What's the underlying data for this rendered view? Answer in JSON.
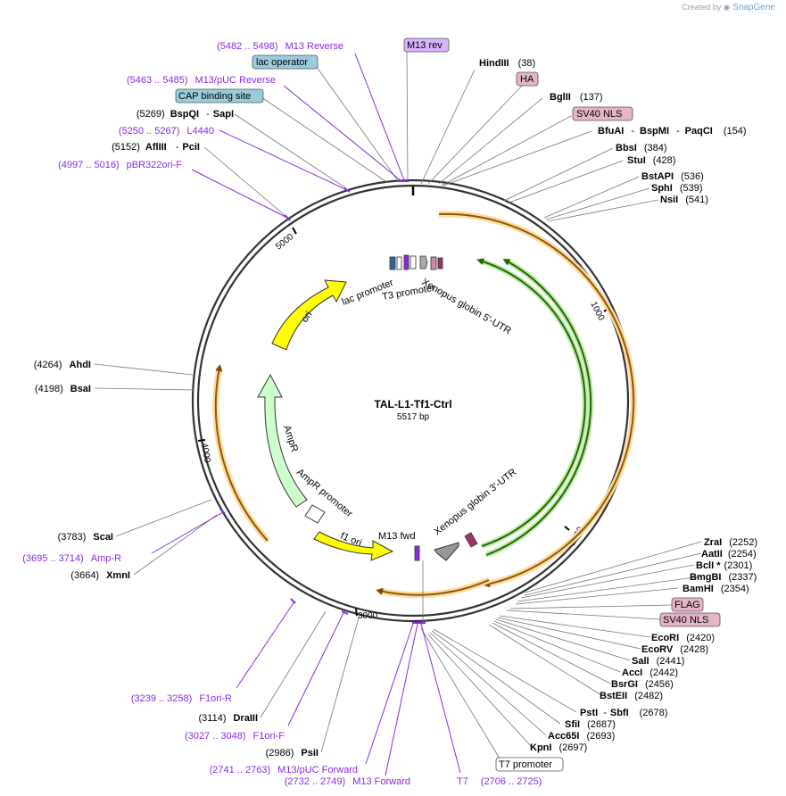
{
  "credit": {
    "prefix": "Created by",
    "brand": "SnapGene"
  },
  "plasmid": {
    "name": "TAL-L1-Tf1-Ctrl",
    "length_label": "5517 bp",
    "length": 5517
  },
  "ring_ticks": [
    "1000",
    "2000",
    "3000",
    "4000",
    "5000"
  ],
  "enzymes_right": [
    {
      "name": "HindIII",
      "pos": "(38)"
    },
    {
      "name": "BglII",
      "pos": "(137)"
    },
    {
      "name": "BfuAI",
      "sep": "-",
      "name2": "BspMI",
      "sep2": "-",
      "name3": "PaqCI",
      "pos": "(154)"
    },
    {
      "name": "BbsI",
      "pos": "(384)"
    },
    {
      "name": "StuI",
      "pos": "(428)"
    },
    {
      "name": "BstAPI",
      "pos": "(536)"
    },
    {
      "name": "SphI",
      "pos": "(539)"
    },
    {
      "name": "NsiI",
      "pos": "(541)"
    },
    {
      "name": "ZraI",
      "pos": "(2252)"
    },
    {
      "name": "AatII",
      "pos": "(2254)"
    },
    {
      "name": "BclI *",
      "pos": "(2301)"
    },
    {
      "name": "BmgBI",
      "pos": "(2337)"
    },
    {
      "name": "BamHI",
      "pos": "(2354)"
    },
    {
      "name": "EcoRI",
      "pos": "(2420)"
    },
    {
      "name": "EcoRV",
      "pos": "(2428)"
    },
    {
      "name": "SalI",
      "pos": "(2441)"
    },
    {
      "name": "AccI",
      "pos": "(2442)"
    },
    {
      "name": "BsrGI",
      "pos": "(2456)"
    },
    {
      "name": "BstEII",
      "pos": "(2482)"
    },
    {
      "name": "PstI",
      "sep": "-",
      "name2": "SbfI",
      "pos": "(2678)"
    },
    {
      "name": "SfiI",
      "pos": "(2687)"
    },
    {
      "name": "Acc65I",
      "pos": "(2693)"
    },
    {
      "name": "KpnI",
      "pos": "(2697)"
    }
  ],
  "enzymes_left": [
    {
      "pos": "(5269)",
      "name": "BspQI",
      "sep": "-",
      "name2": "SapI"
    },
    {
      "pos": "(5152)",
      "name": "AflIII",
      "sep": "-",
      "name2": "PciI"
    },
    {
      "pos": "(4264)",
      "name": "AhdI"
    },
    {
      "pos": "(4198)",
      "name": "BsaI"
    },
    {
      "pos": "(3783)",
      "name": "ScaI"
    },
    {
      "pos": "(3664)",
      "name": "XmnI"
    },
    {
      "pos": "(3114)",
      "name": "DraIII"
    },
    {
      "pos": "(2986)",
      "name": "PsiI"
    }
  ],
  "primers": [
    {
      "range": "(5482 .. 5498)",
      "name": "M13 Reverse"
    },
    {
      "range": "(5463 .. 5485)",
      "name": "M13/pUC Reverse"
    },
    {
      "range": "(5250 .. 5267)",
      "name": "L4440"
    },
    {
      "range": "(4997 .. 5016)",
      "name": "pBR322ori-F"
    },
    {
      "range": "(3695 .. 3714)",
      "name": "Amp-R"
    },
    {
      "range": "(3239 .. 3258)",
      "name": "F1ori-R"
    },
    {
      "range": "(3027 .. 3048)",
      "name": "F1ori-F"
    },
    {
      "range": "(2741 .. 2763)",
      "name": "M13/pUC Forward"
    },
    {
      "range": "(2732 .. 2749)",
      "name": "M13 Forward"
    },
    {
      "name": "T7",
      "range": "(2706 .. 2725)"
    }
  ],
  "boxed_features": {
    "m13rev": "M13 rev",
    "lac_operator": "lac operator",
    "cap_site": "CAP binding site",
    "ha": "HA",
    "sv40_top": "SV40 NLS",
    "flag": "FLAG",
    "sv40_bottom": "SV40 NLS",
    "t7_promoter": "T7 promoter"
  },
  "features": {
    "ori": "ori",
    "lac_promoter": "lac promoter",
    "t3_promoter": "T3 promoter",
    "xen5": "Xenopus globin 5'-UTR",
    "ampr": "AmpR",
    "ampr_promoter": "AmpR promoter",
    "f1ori": "f1 ori",
    "m13fwd": "M13 fwd",
    "xen3": "Xenopus globin 3'-UTR"
  },
  "colors": {
    "primer": "#8a2be2",
    "ori": "#ffff00",
    "amp": "#ccffcc",
    "orf": "#ff9900",
    "green": "#339900",
    "box_blue": "#99ccdd",
    "box_pink": "#e6b3c8",
    "box_violet": "#cc99ff"
  }
}
